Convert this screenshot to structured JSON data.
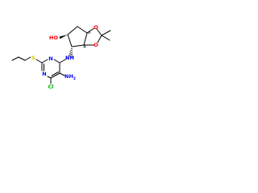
{
  "molecule": {
    "atom_labels": {
      "hydroxyl": "HO",
      "dioxolane_oxygen_upper": "O",
      "dioxolane_oxygen_lower": "O",
      "amine_nh": "NH",
      "pyrimidine_n3": "N",
      "pyrimidine_n1": "N",
      "sulfur": "S",
      "amino": "NH",
      "amino_subscript": "2",
      "chlorine": "Cl"
    },
    "colors": {
      "bond": "#000000",
      "oxygen": "#ff0000",
      "nitrogen": "#0000ff",
      "sulfur": "#cccc00",
      "chlorine": "#00aa00",
      "background": "#ffffff"
    }
  }
}
